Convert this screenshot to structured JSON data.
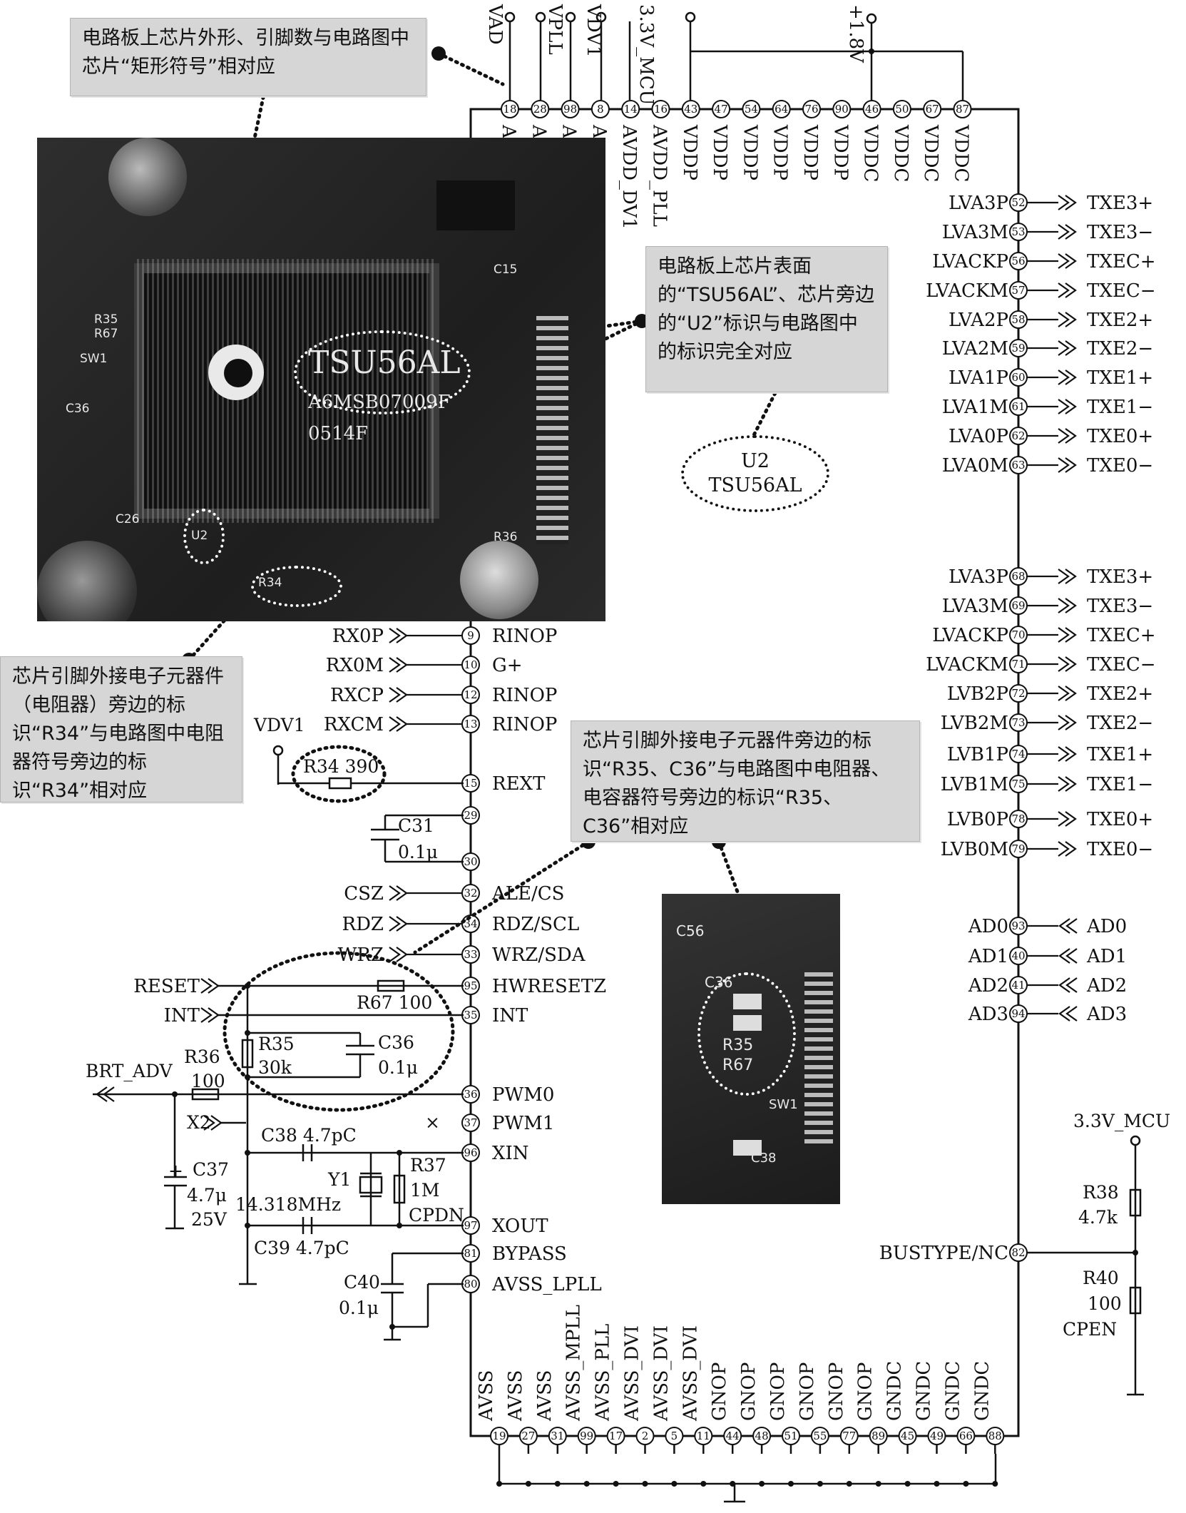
{
  "callouts": {
    "c1": "电路板上芯片外形、引脚数与电路图中芯片“矩形符号”相对应",
    "c2": "电路板上芯片表面的“TSU56AL”、芯片旁边的“U2”标识与电路图中的标识完全对应",
    "c3": "芯片引脚外接电子元器件（电阻器）旁边的标识“R34”与电路图中电阻器符号旁边的标识“R34”相对应",
    "c4": "芯片引脚外接电子元器件旁边的标识“R35、C36”与电路图中电阻器、电容器符号旁边的标识“R35、C36”相对应"
  },
  "photo_main": {
    "chip_name": "TSU56AL",
    "chip_code": "A6MSB07009F",
    "chip_date": "0514F",
    "ref_u2": "U2",
    "ref_r34": "R34",
    "ref_r35": "R35",
    "ref_r67": "R67",
    "ref_c36": "C36",
    "ref_sw1": "SW1",
    "ref_c26": "C26",
    "ref_c15": "C15",
    "ref_r36": "R36"
  },
  "photo_small": {
    "r35": "R35",
    "r67": "R67",
    "c36": "C36",
    "c56": "C56",
    "sw1": "SW1",
    "c38": "C38"
  },
  "chip_label": {
    "line1": "U2",
    "line2": "TSU56AL"
  },
  "top_rails": {
    "vad": "VAD",
    "vpll": "VPLL",
    "vdv1": "VDV1",
    "mcu": "3.3V_MCU",
    "v18": "+1.8V"
  },
  "top_pins": [
    {
      "num": "18",
      "name": "A"
    },
    {
      "num": "28",
      "name": "A"
    },
    {
      "num": "98",
      "name": "A"
    },
    {
      "num": "8",
      "name": "A"
    },
    {
      "num": "14",
      "name": "AVDD_DV1"
    },
    {
      "num": "16",
      "name": "AVDD_PLL"
    },
    {
      "num": "43",
      "name": "VDDP"
    },
    {
      "num": "47",
      "name": "VDDP"
    },
    {
      "num": "54",
      "name": "VDDP"
    },
    {
      "num": "64",
      "name": "VDDP"
    },
    {
      "num": "76",
      "name": "VDDP"
    },
    {
      "num": "90",
      "name": "VDDP"
    },
    {
      "num": "46",
      "name": "VDDC"
    },
    {
      "num": "50",
      "name": "VDDC"
    },
    {
      "num": "67",
      "name": "VDDC"
    },
    {
      "num": "87",
      "name": "VDDC"
    }
  ],
  "right_pins": [
    {
      "num": "52",
      "name": "LVA3P",
      "net": "TXE3+"
    },
    {
      "num": "53",
      "name": "LVA3M",
      "net": "TXE3−"
    },
    {
      "num": "56",
      "name": "LVACKP",
      "net": "TXEC+"
    },
    {
      "num": "57",
      "name": "LVACKM",
      "net": "TXEC−"
    },
    {
      "num": "58",
      "name": "LVA2P",
      "net": "TXE2+"
    },
    {
      "num": "59",
      "name": "LVA2M",
      "net": "TXE2−"
    },
    {
      "num": "60",
      "name": "LVA1P",
      "net": "TXE1+"
    },
    {
      "num": "61",
      "name": "LVA1M",
      "net": "TXE1−"
    },
    {
      "num": "62",
      "name": "LVA0P",
      "net": "TXE0+"
    },
    {
      "num": "63",
      "name": "LVA0M",
      "net": "TXE0−"
    },
    {
      "num": "68",
      "name": "LVA3P",
      "net": "TXE3+"
    },
    {
      "num": "69",
      "name": "LVA3M",
      "net": "TXE3−"
    },
    {
      "num": "70",
      "name": "LVACKP",
      "net": "TXEC+"
    },
    {
      "num": "71",
      "name": "LVACKM",
      "net": "TXEC−"
    },
    {
      "num": "72",
      "name": "LVB2P",
      "net": "TXE2+"
    },
    {
      "num": "73",
      "name": "LVB2M",
      "net": "TXE2−"
    },
    {
      "num": "74",
      "name": "LVB1P",
      "net": "TXE1+"
    },
    {
      "num": "75",
      "name": "LVB1M",
      "net": "TXE1−"
    },
    {
      "num": "78",
      "name": "LVB0P",
      "net": "TXE0+"
    },
    {
      "num": "79",
      "name": "LVB0M",
      "net": "TXE0−"
    },
    {
      "num": "93",
      "name": "AD0",
      "net": "AD0"
    },
    {
      "num": "40",
      "name": "AD1",
      "net": "AD1"
    },
    {
      "num": "41",
      "name": "AD2",
      "net": "AD2"
    },
    {
      "num": "94",
      "name": "AD3",
      "net": "AD3"
    },
    {
      "num": "82",
      "name": "BUSTYPE/NC",
      "net": ""
    }
  ],
  "left_pins": [
    {
      "num": "9",
      "name": "RINOP",
      "net": "RX0P"
    },
    {
      "num": "10",
      "name": "G+",
      "net": "RX0M"
    },
    {
      "num": "12",
      "name": "RINOP",
      "net": "RXCP"
    },
    {
      "num": "13",
      "name": "RINOP",
      "net": "RXCM"
    },
    {
      "num": "15",
      "name": "REXT",
      "net": ""
    },
    {
      "num": "29",
      "name": "",
      "net": ""
    },
    {
      "num": "30",
      "name": "",
      "net": ""
    },
    {
      "num": "32",
      "name": "ALE/CS",
      "net": "CSZ"
    },
    {
      "num": "34",
      "name": "RDZ/SCL",
      "net": "RDZ"
    },
    {
      "num": "33",
      "name": "WRZ/SDA",
      "net": "WRZ"
    },
    {
      "num": "95",
      "name": "HWRESETZ",
      "net": "RESET"
    },
    {
      "num": "35",
      "name": "INT",
      "net": "INT"
    },
    {
      "num": "36",
      "name": "PWM0",
      "net": ""
    },
    {
      "num": "37",
      "name": "PWM1",
      "net": ""
    },
    {
      "num": "96",
      "name": "XIN",
      "net": ""
    },
    {
      "num": "97",
      "name": "XOUT",
      "net": ""
    },
    {
      "num": "81",
      "name": "BYPASS",
      "net": ""
    },
    {
      "num": "80",
      "name": "AVSS_LPLL",
      "net": ""
    }
  ],
  "bottom_pins": [
    {
      "num": "19",
      "name": "AVSS"
    },
    {
      "num": "27",
      "name": "AVSS"
    },
    {
      "num": "31",
      "name": "AVSS"
    },
    {
      "num": "99",
      "name": "AVSS_MPLL"
    },
    {
      "num": "17",
      "name": "AVSS_PLL"
    },
    {
      "num": "2",
      "name": "AVSS_DVI"
    },
    {
      "num": "5",
      "name": "AVSS_DVI"
    },
    {
      "num": "11",
      "name": "AVSS_DVI"
    },
    {
      "num": "44",
      "name": "GNOP"
    },
    {
      "num": "48",
      "name": "GNOP"
    },
    {
      "num": "51",
      "name": "GNOP"
    },
    {
      "num": "55",
      "name": "GNOP"
    },
    {
      "num": "77",
      "name": "GNOP"
    },
    {
      "num": "89",
      "name": "GNOP"
    },
    {
      "num": "45",
      "name": "GNDC"
    },
    {
      "num": "49",
      "name": "GNDC"
    },
    {
      "num": "66",
      "name": "GNDC"
    },
    {
      "num": "88",
      "name": "GNDC"
    }
  ],
  "components": {
    "vdv1": "VDV1",
    "r34": "R34 390",
    "c31_ref": "C31",
    "c31_val": "0.1μ",
    "r67": "R67 100",
    "r35_ref": "R35",
    "r35_val": "30k",
    "c36_ref": "C36",
    "c36_val": "0.1μ",
    "brt": "BRT_ADV",
    "r36_ref": "R36",
    "r36_val": "100",
    "x2": "X2",
    "c38": "C38 4.7pC",
    "c37_ref": "C37",
    "c37_val": "4.7μ",
    "c37_volt": "25V",
    "c37_plus": "+",
    "y1_ref": "Y1",
    "y1_val": "14.318MHz",
    "r37_ref": "R37",
    "r37_val": "1M",
    "r37_tag": "CPDN",
    "c39": "C39 4.7pC",
    "c40_ref": "C40",
    "c40_val": "0.1μ",
    "mcu": "3.3V_MCU",
    "r38_ref": "R38",
    "r38_val": "4.7k",
    "r40_ref": "R40",
    "r40_val": "100",
    "r40_tag": "CPEN",
    "nc_mark": "×"
  }
}
